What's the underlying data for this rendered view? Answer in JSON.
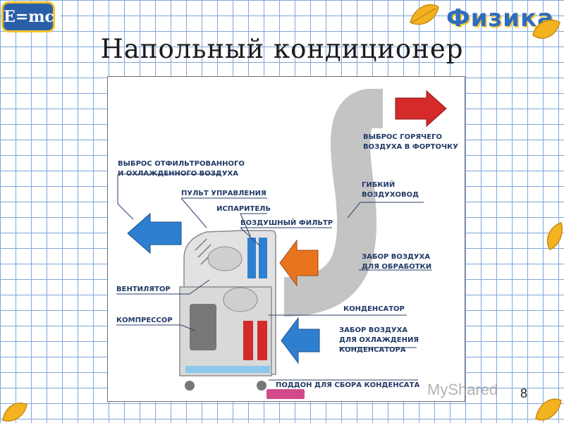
{
  "header": {
    "logo_left_text": "E=mc²",
    "logo_right_text": "Физика",
    "title": "Напольный кондиционер"
  },
  "diagram": {
    "labels": {
      "filtered_out": [
        "ВЫБРОС ОТФИЛЬТРОВАННОГО",
        "И ОХЛАЖДЕННОГО ВОЗДУХА"
      ],
      "control_panel": "ПУЛЬТ УПРАВЛЕНИЯ",
      "evaporator": "ИСПАРИТЕЛЬ",
      "air_filter": "ВОЗДУШНЫЙ ФИЛЬТР",
      "hot_out": [
        "ВЫБРОС ГОРЯЧЕГО",
        "ВОЗДУХА В ФОРТОЧКУ"
      ],
      "flex_duct": [
        "ГИБКИЙ",
        "ВОЗДУХОВОД"
      ],
      "intake_process": [
        "ЗАБОР ВОЗДУХА",
        "ДЛЯ ОБРАБОТКИ"
      ],
      "fan": "ВЕНТИЛЯТОР",
      "condenser": "КОНДЕНСАТОР",
      "compressor": "КОМПРЕССОР",
      "intake_cooling": [
        "ЗАБОР ВОЗДУХА",
        "ДЛЯ ОХЛАЖДЕНИЯ",
        "КОНДЕНСАТОРА"
      ],
      "drip_tray": "ПОДДОН ДЛЯ СБОРА КОНДЕНСАТА"
    },
    "colors": {
      "arrow_blue": "#2f7fd0",
      "arrow_red": "#d42a2a",
      "arrow_orange": "#e8741e",
      "duct_gray": "#c4c4c4",
      "body_gray": "#e2e2e2"
    }
  },
  "footer": {
    "page_number": "8",
    "watermark": "MyShared"
  }
}
